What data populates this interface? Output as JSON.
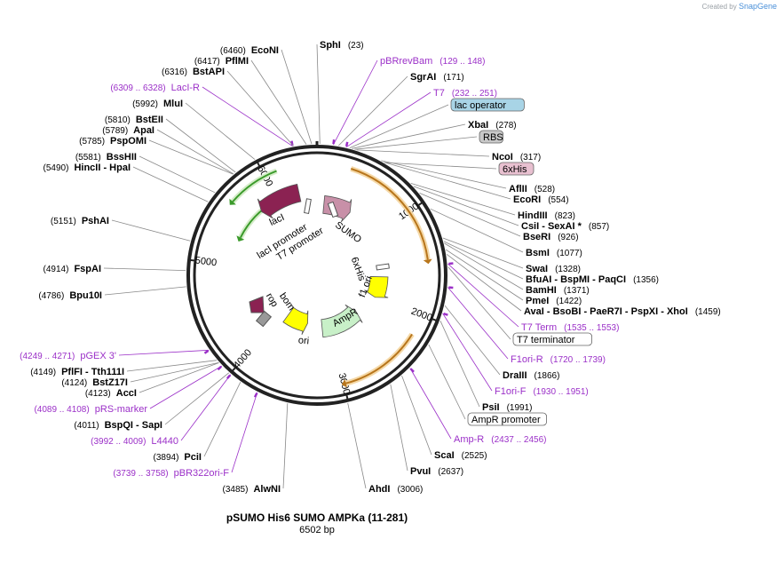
{
  "credit": {
    "prefix": "Created by",
    "brand": "SnapGene"
  },
  "plasmid": {
    "name": "pSUMO His6 SUMO AMPKa (11-281)",
    "size": "6502 bp",
    "total_bp": 6502
  },
  "ticks": [
    "1000",
    "2000",
    "3000",
    "4000",
    "5000",
    "6000"
  ],
  "sites": [
    {
      "name": "SphI",
      "pos": "(23)",
      "side": "right"
    },
    {
      "name": "SgrAI",
      "pos": "(171)",
      "side": "right"
    },
    {
      "name": "XbaI",
      "pos": "(278)",
      "side": "right"
    },
    {
      "name": "NcoI",
      "pos": "(317)",
      "side": "right"
    },
    {
      "name": "AflII",
      "pos": "(528)",
      "side": "right"
    },
    {
      "name": "EcoRI",
      "pos": "(554)",
      "side": "right"
    },
    {
      "name": "HindIII",
      "pos": "(823)",
      "side": "right"
    },
    {
      "name": "CsiI  -  SexAI *",
      "pos": "(857)",
      "side": "right"
    },
    {
      "name": "BseRI",
      "pos": "(926)",
      "side": "right"
    },
    {
      "name": "BsmI",
      "pos": "(1077)",
      "side": "right"
    },
    {
      "name": "SwaI",
      "pos": "(1328)",
      "side": "right"
    },
    {
      "name": "BfuAI  -  BspMI  -  PaqCI",
      "pos": "(1356)",
      "side": "right"
    },
    {
      "name": "BamHI",
      "pos": "(1371)",
      "side": "right"
    },
    {
      "name": "PmeI",
      "pos": "(1422)",
      "side": "right"
    },
    {
      "name": "AvaI  -  BsoBI  -  PaeR7I  -  PspXI  -  XhoI",
      "pos": "(1459)",
      "side": "right"
    },
    {
      "name": "DraIII",
      "pos": "(1866)",
      "side": "right"
    },
    {
      "name": "PsiI",
      "pos": "(1991)",
      "side": "right"
    },
    {
      "name": "ScaI",
      "pos": "(2525)",
      "side": "right"
    },
    {
      "name": "PvuI",
      "pos": "(2637)",
      "side": "right"
    },
    {
      "name": "AhdI",
      "pos": "(3006)",
      "side": "right"
    },
    {
      "name": "AlwNI",
      "pos": "(3485)",
      "side": "left"
    },
    {
      "name": "PciI",
      "pos": "(3894)",
      "side": "left"
    },
    {
      "name": "BspQI  -  SapI",
      "pos": "(4011)",
      "side": "left"
    },
    {
      "name": "AccI",
      "pos": "(4123)",
      "side": "left"
    },
    {
      "name": "BstZ17I",
      "pos": "(4124)",
      "side": "left"
    },
    {
      "name": "PflFI  -  Tth111I",
      "pos": "(4149)",
      "side": "left"
    },
    {
      "name": "Bpu10I",
      "pos": "(4786)",
      "side": "left"
    },
    {
      "name": "FspAI",
      "pos": "(4914)",
      "side": "left"
    },
    {
      "name": "PshAI",
      "pos": "(5151)",
      "side": "left"
    },
    {
      "name": "HincII  -  HpaI",
      "pos": "(5490)",
      "side": "left"
    },
    {
      "name": "BssHII",
      "pos": "(5581)",
      "side": "left"
    },
    {
      "name": "PspOMI",
      "pos": "(5785)",
      "side": "left"
    },
    {
      "name": "ApaI",
      "pos": "(5789)",
      "side": "left"
    },
    {
      "name": "BstEII",
      "pos": "(5810)",
      "side": "left"
    },
    {
      "name": "MluI",
      "pos": "(5992)",
      "side": "left"
    },
    {
      "name": "BstAPI",
      "pos": "(6316)",
      "side": "left"
    },
    {
      "name": "PflMI",
      "pos": "(6417)",
      "side": "left"
    },
    {
      "name": "EcoNI",
      "pos": "(6460)",
      "side": "left"
    }
  ],
  "primers": [
    {
      "name": "pBRrevBam",
      "pos": "(129 .. 148)",
      "side": "right"
    },
    {
      "name": "T7",
      "pos": "(232 .. 251)",
      "side": "right"
    },
    {
      "name": "T7 Term",
      "pos": "(1535 .. 1553)",
      "side": "right"
    },
    {
      "name": "F1ori-R",
      "pos": "(1720 .. 1739)",
      "side": "right"
    },
    {
      "name": "F1ori-F",
      "pos": "(1930 .. 1951)",
      "side": "right"
    },
    {
      "name": "Amp-R",
      "pos": "(2437 .. 2456)",
      "side": "right"
    },
    {
      "name": "L4440",
      "pos": "(3992 .. 4009)",
      "side": "left"
    },
    {
      "name": "pBR322ori-F",
      "pos": "(3739 .. 3758)",
      "side": "left"
    },
    {
      "name": "pRS-marker",
      "pos": "(4089 .. 4108)",
      "side": "left"
    },
    {
      "name": "pGEX 3'",
      "pos": "(4249 .. 4271)",
      "side": "left"
    },
    {
      "name": "LacI-R",
      "pos": "(6309 .. 6328)",
      "side": "left"
    }
  ],
  "boxes": [
    {
      "name": "lac operator",
      "fill": "#a8d4e6"
    },
    {
      "name": "RBS",
      "fill": "#c8c8c8"
    },
    {
      "name": "6xHis",
      "fill": "#e8c0d0"
    },
    {
      "name": "T7 terminator",
      "fill": "#ffffff"
    },
    {
      "name": "AmpR promoter",
      "fill": "#ffffff"
    }
  ],
  "features": [
    {
      "name": "lacI",
      "color": "#8b2252"
    },
    {
      "name": "lacI promoter",
      "color": "#ffffff"
    },
    {
      "name": "T7 promoter",
      "color": "#ffffff"
    },
    {
      "name": "SUMO",
      "color": "#c890a8"
    },
    {
      "name": "6xHis",
      "color": "#ffffff"
    },
    {
      "name": "f1 ori",
      "color": "#ffff00"
    },
    {
      "name": "AmpR",
      "color": "#c8f0c8"
    },
    {
      "name": "ori",
      "color": "#ffff00"
    },
    {
      "name": "rop",
      "color": "#999999"
    },
    {
      "name": "bom",
      "color": "#8b2252"
    }
  ],
  "colors": {
    "backbone": "#222222",
    "orf_arrow": "#f2a040",
    "green_arrow": "#3a9a2a",
    "primer": "#9b30c8"
  }
}
